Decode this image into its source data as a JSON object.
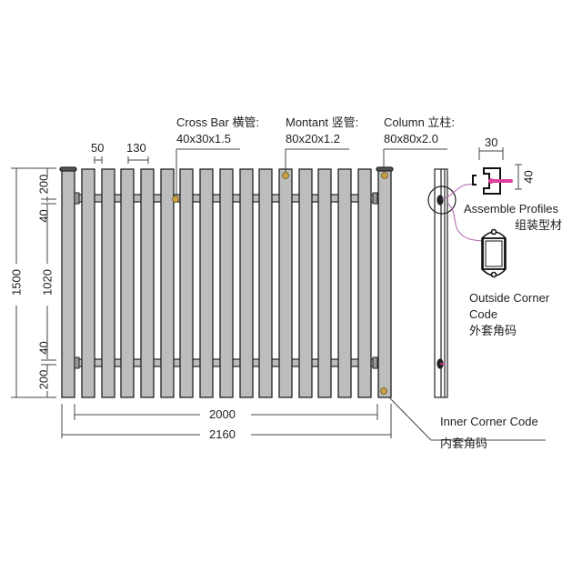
{
  "labels": {
    "cross_bar_title": "Cross Bar 横管:",
    "cross_bar_spec": "40x30x1.5",
    "montant_title": "Montant 竖管:",
    "montant_spec": "80x20x1.2",
    "column_title": "Column 立柱:",
    "column_spec": "80x80x2.0",
    "assemble_en": "Assemble Profiles",
    "assemble_cn": "组装型材",
    "outside_en_1": "Outside Corner",
    "outside_en_2": "Code",
    "outside_cn": "外套角码",
    "inner_en": "Inner Corner Code",
    "inner_cn": "内套角码"
  },
  "dimensions": {
    "picket_width": "50",
    "picket_pitch": "130",
    "total_height": "1500",
    "top_offset": "200",
    "bar_height_top": "40",
    "mid_span": "1020",
    "bar_height_bottom": "40",
    "bottom_offset": "200",
    "inner_width": "2000",
    "total_width": "2160",
    "profile_width": "30",
    "profile_height": "40"
  },
  "colors": {
    "metal": "#bdbdbd",
    "outline": "#222222",
    "corner_code": "#c9a042",
    "pointer_pink": "#e0409a",
    "wire_purple": "#b060b0"
  },
  "fence": {
    "picket_count": 15,
    "column_count": 2,
    "cross_bar_count": 2
  }
}
